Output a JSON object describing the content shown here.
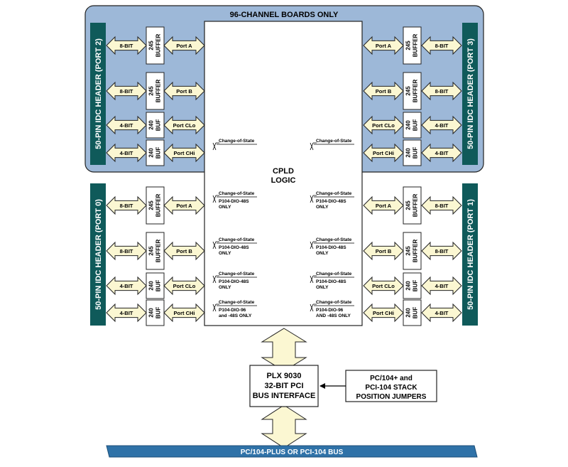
{
  "title": "96-CHANNEL BOARDS ONLY",
  "cpld": {
    "line1": "CPLD",
    "line2": "LOGIC"
  },
  "headers": {
    "port2": "50-PIN IDC HEADER (PORT 2)",
    "port3": "50-PIN IDC HEADER (PORT 3)",
    "port0": "50-PIN IDC HEADER (PORT 0)",
    "port1": "50-PIN IDC HEADER (PORT 1)"
  },
  "rows": [
    {
      "bits": "8-BIT",
      "buf": [
        "245",
        "BUFFER"
      ],
      "port": "Port A"
    },
    {
      "bits": "8-BIT",
      "buf": [
        "245",
        "BUFFER"
      ],
      "port": "Port B"
    },
    {
      "bits": "4-BIT",
      "buf": [
        "240",
        "BUF"
      ],
      "port": "Port CLo"
    },
    {
      "bits": "4-BIT",
      "buf": [
        "240",
        "BUF"
      ],
      "port": "Port CHi"
    }
  ],
  "cos": {
    "label": "Change-of-State",
    "note_48s": [
      "P104-DIO-48S",
      "ONLY"
    ],
    "note_96_left": [
      "P104-DIO-96",
      "and -48S ONLY"
    ],
    "note_96_right": [
      "P104-DIO-96",
      "AND -48S ONLY"
    ]
  },
  "plx": [
    "PLX 9030",
    "32-BIT PCI",
    "BUS INTERFACE"
  ],
  "jumpers": [
    "PC/104+ and",
    "PCI-104 STACK",
    "POSITION JUMPERS"
  ],
  "bus": "PC/104-PLUS OR PCI-104 BUS",
  "colors": {
    "panel": "#9db8d8",
    "teal": "#0f5a5a",
    "arrow": "#fbf7d2",
    "bus": "#2f72a8"
  }
}
